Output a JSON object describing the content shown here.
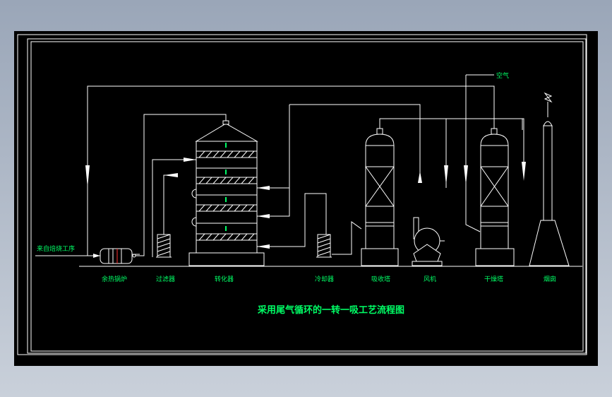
{
  "diagram": {
    "title": "采用尾气循环的一转一吸工艺流程图",
    "inlet_label": "来自焙烧工序",
    "air_label": "空气",
    "equipment": [
      {
        "id": "boiler",
        "label": "余热锅炉"
      },
      {
        "id": "filter",
        "label": "过滤器"
      },
      {
        "id": "converter",
        "label": "转化器"
      },
      {
        "id": "cooler",
        "label": "冷却器"
      },
      {
        "id": "absorber",
        "label": "吸收塔"
      },
      {
        "id": "fan",
        "label": "风机"
      },
      {
        "id": "dryer",
        "label": "干燥塔"
      },
      {
        "id": "stack",
        "label": "烟囱"
      }
    ]
  }
}
